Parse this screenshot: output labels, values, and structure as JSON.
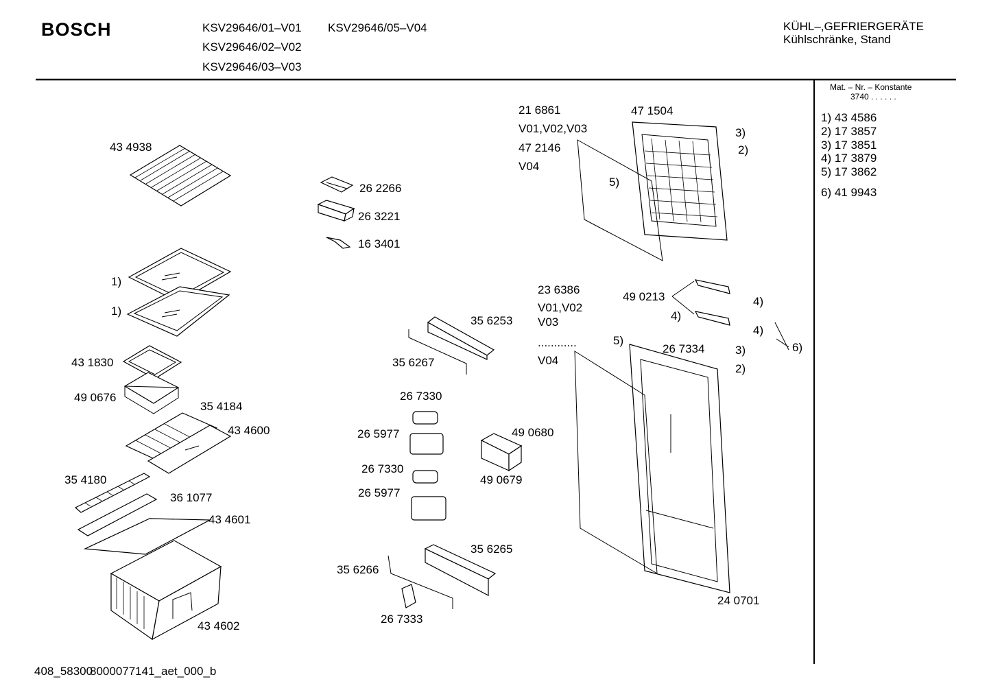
{
  "header": {
    "brand": "BOSCH",
    "models": [
      "KSV29646/01–V01",
      "KSV29646/05–V04",
      "KSV29646/02–V02",
      "KSV29646/03–V03"
    ],
    "category_line1": "KÜHL–,GEFRIERGERÄTE",
    "category_line2": "Kühlschränke, Stand"
  },
  "sidebar": {
    "mat_nr_label": "Mat. – Nr. – Konstante",
    "mat_nr_value": "3740 .  .  .  .  .  .",
    "items": [
      {
        "n": "1)",
        "code": "43 4586"
      },
      {
        "n": "2)",
        "code": "17 3857"
      },
      {
        "n": "3)",
        "code": "17 3851"
      },
      {
        "n": "4)",
        "code": "17 3879"
      },
      {
        "n": "5)",
        "code": "17 3862"
      },
      {
        "n": "6)",
        "code": "41 9943"
      }
    ]
  },
  "parts": {
    "p434938": "43 4938",
    "p1a": "1)",
    "p1b": "1)",
    "p431830": "43 1830",
    "p490676": "49 0676",
    "p354184": "35 4184",
    "p434600": "43 4600",
    "p354180": "35 4180",
    "p361077": "36 1077",
    "p434601": "43 4601",
    "p434602": "43 4602",
    "p262266": "26 2266",
    "p263221": "26 3221",
    "p163401": "16 3401",
    "p356253": "35 6253",
    "p356267": "35 6267",
    "p267330a": "26 7330",
    "p265977a": "26 5977",
    "p267330b": "26 7330",
    "p265977b": "26 5977",
    "p490680": "49 0680",
    "p490679": "49 0679",
    "p356265": "35 6265",
    "p356266": "35 6266",
    "p267333": "26 7333",
    "p216861": "21 6861",
    "v010203": "V01,V02,V03",
    "p472146": "47 2146",
    "v04a": "V04",
    "p471504": "47 1504",
    "r3a": "3)",
    "r2a": "2)",
    "r5a": "5)",
    "p236386": "23 6386",
    "v0102": "V01,V02",
    "v03": "V03",
    "dots": "............",
    "v04b": "V04",
    "p490213": "49 0213",
    "r4a": "4)",
    "r4b": "4)",
    "r4c": "4)",
    "r5b": "5)",
    "p267334": "26 7334",
    "r3b": "3)",
    "r2b": "2)",
    "r6": "6)",
    "p240701": "24 0701"
  },
  "footer": {
    "code_a": "408_58300",
    "code_b": "8000077141_aet_000_b"
  }
}
